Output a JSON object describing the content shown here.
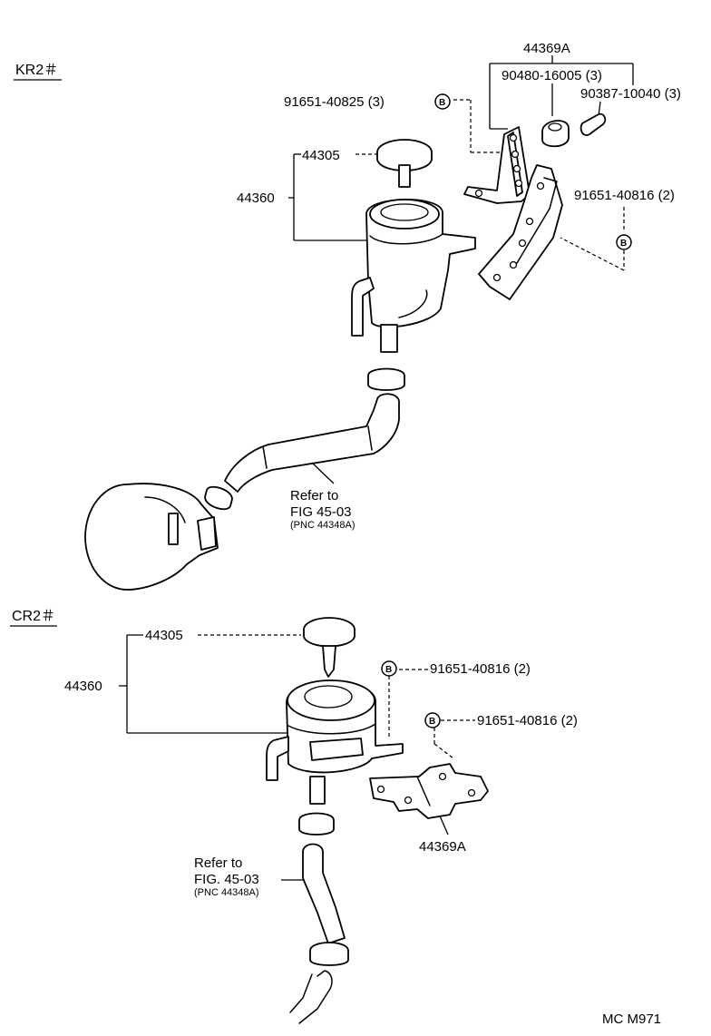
{
  "sections": {
    "kr": {
      "title": "KR2＃",
      "parts": {
        "bracket": "44369A",
        "grommet": "90480-16005 (3)",
        "collar": "90387-10040 (3)",
        "bolt_top": "91651-40825 (3)",
        "bolt_right": "91651-40816 (2)",
        "cap": "44305",
        "reservoir": "44360"
      },
      "bolt_marker": "B",
      "refer": {
        "line1": "Refer to",
        "line2": "FIG 45-03",
        "line3": "(PNC 44348A)"
      }
    },
    "cr": {
      "title": "CR2＃",
      "parts": {
        "cap": "44305",
        "reservoir": "44360",
        "bolt_upper": "91651-40816 (2)",
        "bolt_lower": "91651-40816 (2)",
        "bracket": "44369A"
      },
      "bolt_marker": "B",
      "refer": {
        "line1": "Refer to",
        "line2": "FIG. 45-03",
        "line3": "(PNC 44348A)"
      }
    }
  },
  "footer_code": "MC M971"
}
